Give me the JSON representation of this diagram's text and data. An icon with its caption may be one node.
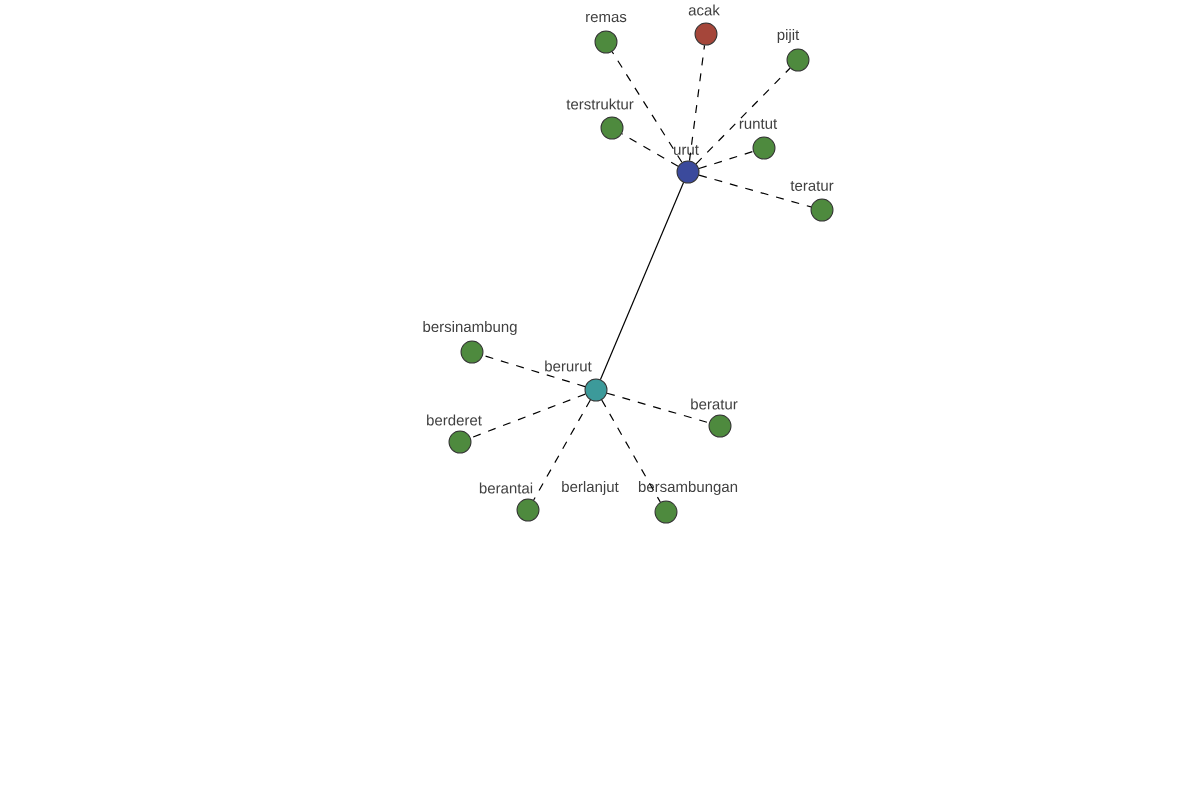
{
  "diagram": {
    "nodes": [
      {
        "text": [
          "urut"
        ]
      },
      {
        "text": [
          "remas"
        ]
      },
      {
        "text": [
          "acak"
        ]
      },
      {
        "text": [
          "pijit"
        ]
      },
      {
        "text": [
          "terstruktur"
        ]
      },
      {
        "text": [
          "runtut"
        ]
      },
      {
        "text": [
          "teratur"
        ]
      },
      {
        "text": [
          "berurut"
        ]
      },
      {
        "text": [
          "bersinambung"
        ]
      },
      {
        "text": [
          "berderet"
        ]
      },
      {
        "text": [
          "beratur"
        ]
      },
      {
        "text": [
          "berantai"
        ]
      },
      {
        "text": [
          "bersambungan"
        ]
      }
    ],
    "edges": [
      {
        "from": 0,
        "to": 1,
        "arrow": "none",
        "style": "dashed"
      },
      {
        "from": 0,
        "to": 2,
        "arrow": "none",
        "style": "dashed"
      },
      {
        "from": 0,
        "to": 3,
        "arrow": "none",
        "style": "dashed"
      },
      {
        "from": 0,
        "to": 4,
        "arrow": "none",
        "style": "dashed"
      },
      {
        "from": 0,
        "to": 5,
        "arrow": "none",
        "style": "dashed"
      },
      {
        "from": 0,
        "to": 6,
        "arrow": "none",
        "style": "dashed"
      },
      {
        "from": 0,
        "to": 7,
        "arrow": "none"
      },
      {
        "from": 7,
        "to": 8,
        "arrow": "none",
        "style": "dashed"
      },
      {
        "from": 7,
        "to": 9,
        "arrow": "none",
        "style": "dashed"
      },
      {
        "from": 7,
        "to": 10,
        "arrow": "none",
        "style": "dashed"
      },
      {
        "from": 7,
        "to": 11,
        "arrow": "none",
        "style": "dashed"
      },
      {
        "from": 7,
        "to": 12,
        "arrow": "none",
        "style": "dashed"
      }
    ],
    "labels": [
      "berlanjut"
    ]
  }
}
